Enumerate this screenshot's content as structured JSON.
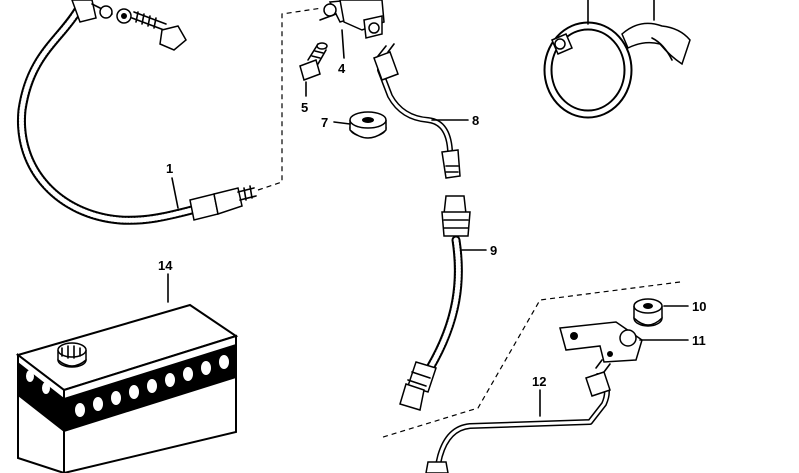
{
  "callouts": {
    "c1": "1",
    "c4": "4",
    "c5": "5",
    "c7": "7",
    "c8": "8",
    "c9": "9",
    "c10": "10",
    "c11": "11",
    "c12": "12",
    "c14": "14"
  }
}
